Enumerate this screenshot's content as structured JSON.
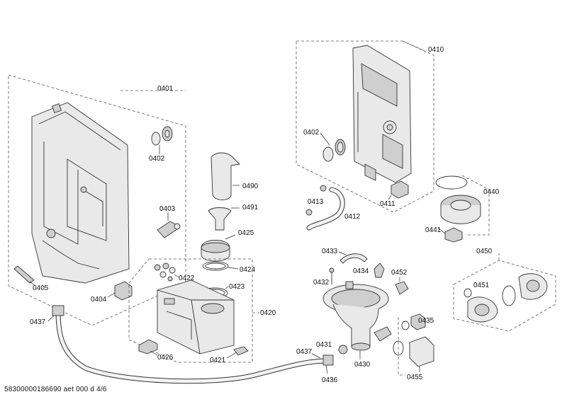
{
  "footer_code": "58300000186690 aet 000 d 4/6",
  "labels": {
    "p0401": "0401",
    "p0402a": "0402",
    "p0402b": "0402",
    "p0403": "0403",
    "p0404": "0404",
    "p0405": "0405",
    "p0410": "0410",
    "p0411": "0411",
    "p0412": "0412",
    "p0413": "0413",
    "p0420": "0420",
    "p0421": "0421",
    "p0422": "0422",
    "p0423": "0423",
    "p0424": "0424",
    "p0425": "0425",
    "p0426": "0426",
    "p0430": "0430",
    "p0431": "0431",
    "p0432": "0432",
    "p0433": "0433",
    "p0434": "0434",
    "p0435": "0435",
    "p0436": "0436",
    "p0437a": "0437",
    "p0437b": "0437",
    "p0440": "0440",
    "p0441": "0441",
    "p0450": "0450",
    "p0451": "0451",
    "p0452": "0452",
    "p0455": "0455",
    "p0490": "0490",
    "p0491": "0491"
  }
}
